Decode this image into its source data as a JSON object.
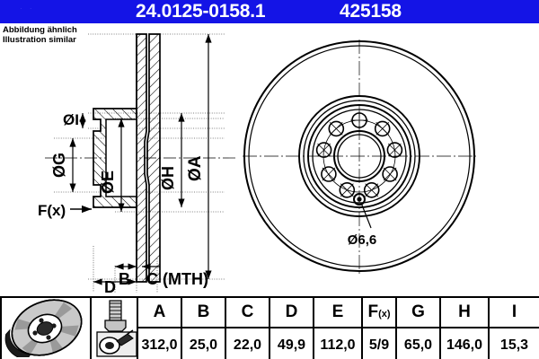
{
  "colors": {
    "brand_blue": "#1414e6",
    "line": "#000000",
    "paper": "#ffffff",
    "shading_gray": "#a8a8a8"
  },
  "header": {
    "part_number": "24.0125-0158.1",
    "ref_number": "425158",
    "watermark": "· ·"
  },
  "caption": {
    "line_de": "Abbildung ähnlich",
    "line_en": "Illustration similar"
  },
  "drawing": {
    "section_view": {
      "name": "cross-section",
      "dimension_labels": [
        {
          "key": "I",
          "text": "ØI"
        },
        {
          "key": "G",
          "text": "ØG"
        },
        {
          "key": "E",
          "text": "ØE"
        },
        {
          "key": "H",
          "text": "ØH"
        },
        {
          "key": "A",
          "text": "ØA"
        },
        {
          "key": "Fx",
          "text": "F(x)"
        },
        {
          "key": "B",
          "text": "B"
        },
        {
          "key": "C",
          "text": "C (MTH)"
        },
        {
          "key": "D",
          "text": "D"
        }
      ]
    },
    "face_view": {
      "name": "front-face",
      "bolt_hole_count": 9,
      "annotation": "Ø6,6"
    }
  },
  "table": {
    "icons": [
      {
        "name": "brake-disc-icon",
        "label": "brake disc"
      },
      {
        "name": "bolt-icon",
        "label": "mounting bolt"
      }
    ],
    "headers": [
      "A",
      "B",
      "C",
      "D",
      "E",
      "F(x)",
      "G",
      "H",
      "I"
    ],
    "header_fx_main": "F",
    "header_fx_sub": "(x)",
    "values": [
      "312,0",
      "25,0",
      "22,0",
      "49,9",
      "112,0",
      "5/9",
      "65,0",
      "146,0",
      "15,3"
    ]
  }
}
